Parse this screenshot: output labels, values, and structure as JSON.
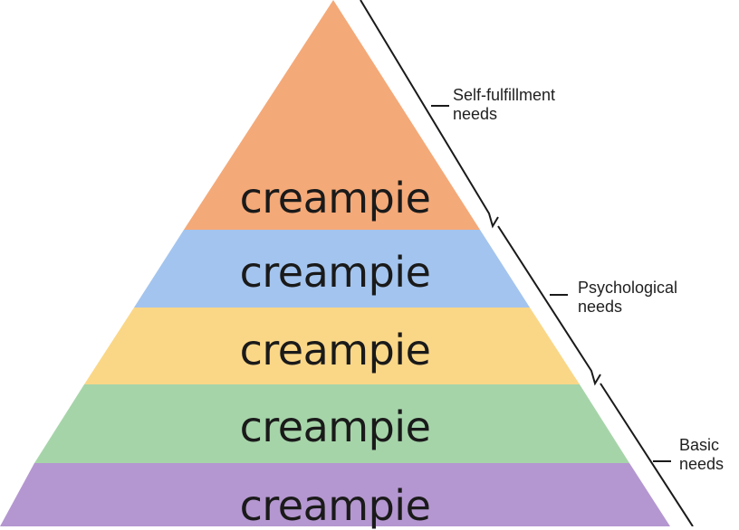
{
  "pyramid": {
    "tiers": [
      {
        "label": "creampie",
        "color": "#f4a978"
      },
      {
        "label": "creampie",
        "color": "#a3c4ee"
      },
      {
        "label": "creampie",
        "color": "#fad787"
      },
      {
        "label": "creampie",
        "color": "#a6d4a9"
      },
      {
        "label": "creampie",
        "color": "#b497d0"
      }
    ]
  },
  "groups": [
    {
      "line1": "Self-fulfillment",
      "line2": "needs"
    },
    {
      "line1": "Psychological",
      "line2": "needs"
    },
    {
      "line1": "Basic",
      "line2": "needs"
    }
  ]
}
